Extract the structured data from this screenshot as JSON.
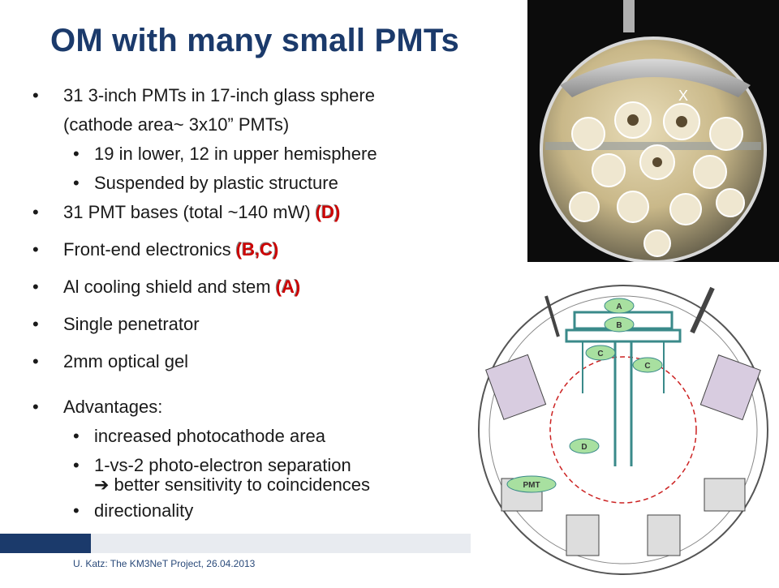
{
  "title": "OM with many small PMTs",
  "bullets": {
    "b1_line1": "31 3-inch PMTs  in 17-inch glass sphere",
    "b1_line2": "(cathode area~ 3x10” PMTs)",
    "b1_sub1": "19 in lower, 12 in upper hemisphere",
    "b1_sub2": "Suspended by plastic structure",
    "b2_text": "31 PMT bases (total ~140 mW) ",
    "b2_tag": "(D)",
    "b3_text": "Front-end electronics ",
    "b3_tag": "(B,C)",
    "b4_text": "Al cooling shield and stem ",
    "b4_tag": "(A)",
    "b5": "Single penetrator",
    "b6": "2mm optical gel",
    "b7": "Advantages:",
    "b7_sub1": "increased photocathode area",
    "b7_sub2": "1-vs-2 photo-electron separation",
    "b7_sub2_cont": "➔ better sensitivity to coincidences",
    "b7_sub3": "directionality"
  },
  "photo": {
    "marker": "X"
  },
  "diagram": {
    "label_a": "A",
    "label_b": "B",
    "label_c1": "C",
    "label_c2": "C",
    "label_d": "D",
    "label_pmt": "PMT"
  },
  "footer": "U. Katz: The KM3NeT Project, 26.04.2013",
  "colors": {
    "title": "#1b3a6b",
    "accent": "#cc0000",
    "label_fill": "#a8e0a0",
    "frame": "#3a8a8a"
  }
}
